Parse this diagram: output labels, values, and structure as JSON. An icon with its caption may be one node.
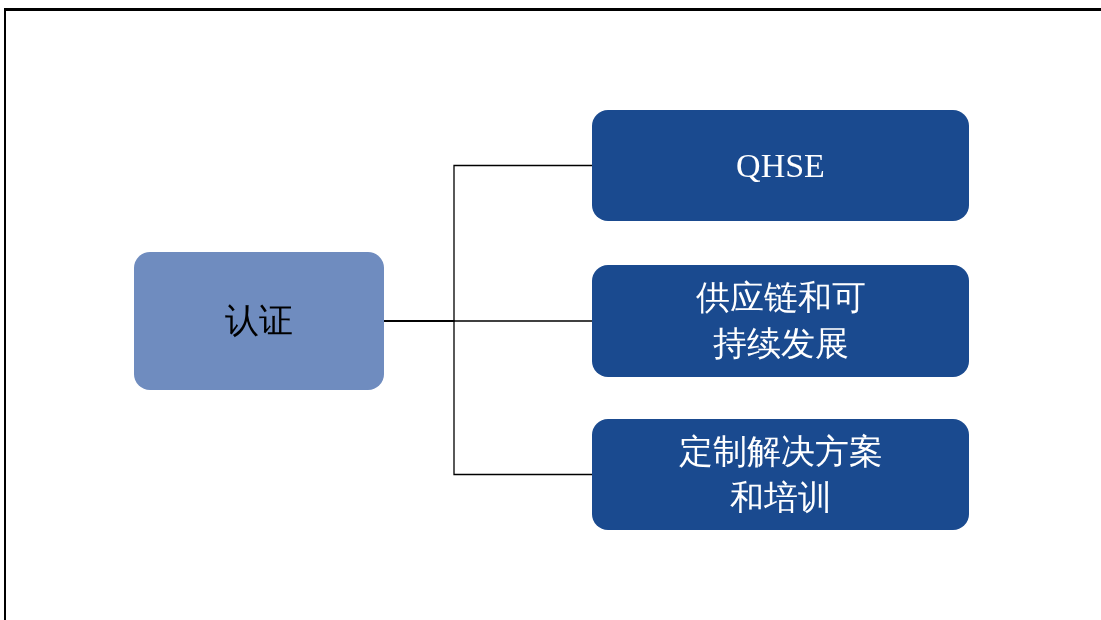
{
  "diagram": {
    "nodes": [
      {
        "text": [
          "认证"
        ]
      },
      {
        "text": [
          "QHSE"
        ]
      },
      {
        "text": [
          "供应链和可持续发展"
        ]
      },
      {
        "text": [
          "定制解决方案和培训"
        ]
      }
    ],
    "edges": [
      {
        "from": 0,
        "to": 1,
        "arrow": "none"
      },
      {
        "from": 0,
        "to": 2,
        "arrow": "none"
      },
      {
        "from": 0,
        "to": 3,
        "arrow": "none"
      }
    ]
  }
}
